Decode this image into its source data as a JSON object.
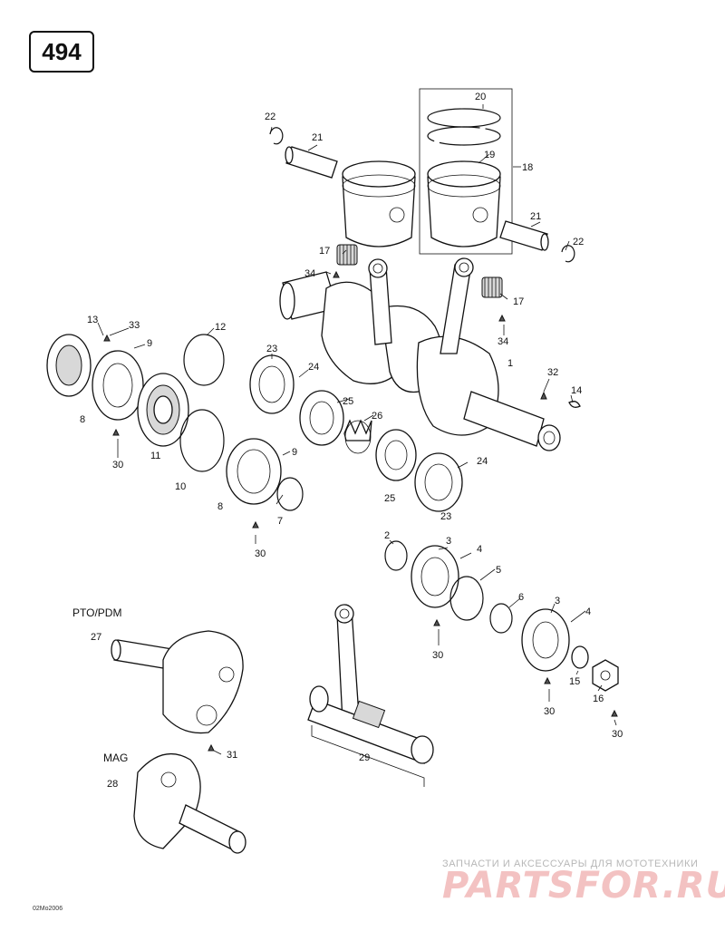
{
  "page_number": "494",
  "drawing_code": "02Mo2006",
  "section_labels": {
    "pto": "PTO/PDM",
    "mag": "MAG"
  },
  "callouts": {
    "c1": "1",
    "c2": "2",
    "c3a": "3",
    "c3b": "3",
    "c4a": "4",
    "c4b": "4",
    "c5": "5",
    "c6": "6",
    "c7": "7",
    "c8a": "8",
    "c8b": "8",
    "c9a": "9",
    "c9b": "9",
    "c10": "10",
    "c11": "11",
    "c12": "12",
    "c13": "13",
    "c14": "14",
    "c15": "15",
    "c16": "16",
    "c17a": "17",
    "c17b": "17",
    "c18": "18",
    "c19": "19",
    "c20": "20",
    "c21a": "21",
    "c21b": "21",
    "c22a": "22",
    "c22b": "22",
    "c23a": "23",
    "c23b": "23",
    "c24a": "24",
    "c24b": "24",
    "c25a": "25",
    "c25b": "25",
    "c26": "26",
    "c27": "27",
    "c28": "28",
    "c29": "29",
    "c30a": "30",
    "c30b": "30",
    "c30c": "30",
    "c30d": "30",
    "c30e": "30",
    "c31": "31",
    "c32": "32",
    "c33": "33",
    "c34a": "34",
    "c34b": "34"
  },
  "watermark": {
    "line1": "ЗАПЧАСТИ И АКСЕССУАРЫ ДЛЯ МОТОТЕХНИКИ",
    "line2": "PARTSFOR.RU"
  }
}
